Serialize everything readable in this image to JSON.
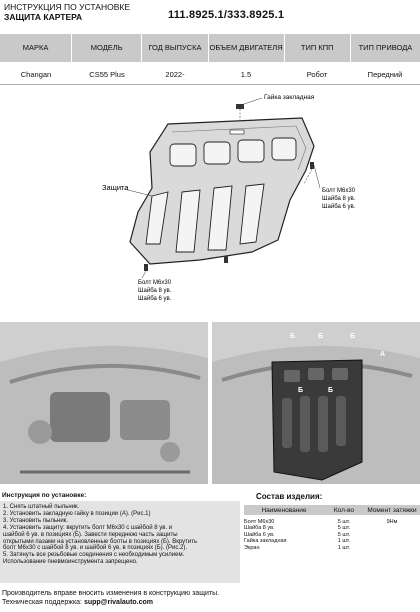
{
  "doc": {
    "title_line1": "ИНСТРУКЦИЯ ПО УСТАНОВКЕ",
    "title_line2": "ЗАЩИТА КАРТЕРА",
    "part_number": "111.8925.1/333.8925.1"
  },
  "spec_table": {
    "headers": [
      "МАРКА",
      "МОДЕЛЬ",
      "ГОД ВЫПУСКА",
      "ОБЪЕМ ДВИГАТЕЛЯ",
      "ТИП КПП",
      "ТИП ПРИВОДА"
    ],
    "row": [
      "Changan",
      "CS55 Plus",
      "2022-",
      "1.5",
      "Робот",
      "Передний"
    ]
  },
  "figure": {
    "label_nut": "Гайка закладная",
    "label_shield": "Защита",
    "label_bolt_right": [
      "Болт M6x30",
      "Шайба 8 ув.",
      "Шайба 6 ув."
    ],
    "label_bolt_left": [
      "Болт M6x30",
      "Шайба 8 ув.",
      "Шайба 6 ув."
    ],
    "photo_labels": [
      "Б",
      "Б",
      "Б",
      "А",
      "Б",
      "Б"
    ]
  },
  "instructions": {
    "title": "Инструкция по установке:",
    "steps": [
      "1. Снять штатный пыльник.",
      "2. Установить закладную гайку в позиции (А). (Рис.1)",
      "3. Установить пыльник.",
      "4. Установить защиту: вкрутить болт M6x30 с шайбой 8 ув. и",
      "шайбой 6 ув. в позициях (Б). Завести переднюю часть защиты",
      "открытыми пазами на установленные болты в позициях (Б). Вкрутить",
      "болт M6x30 с шайбой 8 ув. и шайбой 6 ув. в позициях (Б). (Рис.2).",
      "5. Затянуть все резьбовые соединения с необходимым усилием.",
      "Использование пневмоинструмента запрещено."
    ]
  },
  "kit": {
    "title": "Состав изделия:",
    "headers": [
      "Наименование",
      "Кол-во",
      "Момент затяжки"
    ],
    "rows": [
      {
        "name": "Болт M6x30",
        "qty": "5 шт.",
        "torque": "9Нм"
      },
      {
        "name": "Шайба 8 ув.",
        "qty": "5 шт.",
        "torque": ""
      },
      {
        "name": "Шайба 6 ув.",
        "qty": "5 шт.",
        "torque": ""
      },
      {
        "name": "Гайка закладная",
        "qty": "1 шт.",
        "torque": ""
      },
      {
        "name": "Экран",
        "qty": "1 шт.",
        "torque": ""
      }
    ]
  },
  "footer": {
    "line1": "Производитель вправе вносить изменения в конструкцию защиты.",
    "line2_prefix": "Техническая поддержка: ",
    "email": "supp@rivalauto.com"
  }
}
